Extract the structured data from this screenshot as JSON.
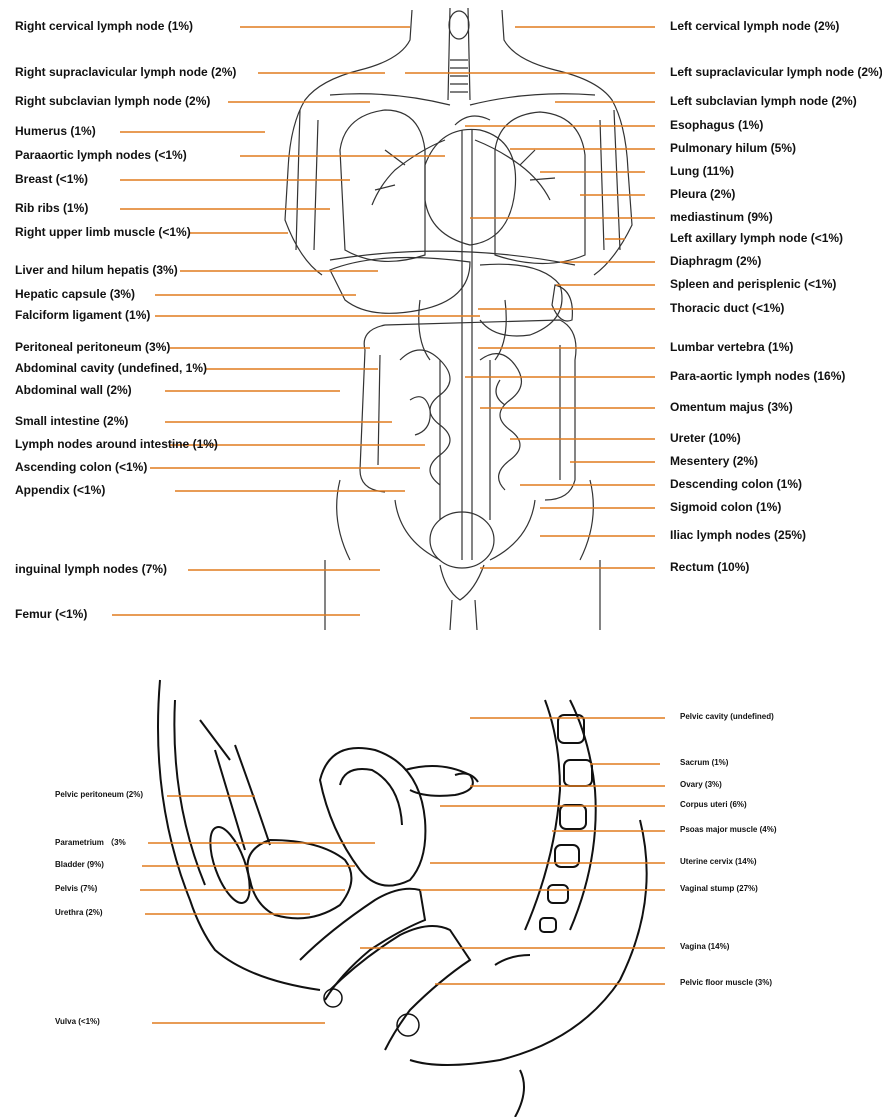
{
  "top_left_labels": [
    "Right cervical lymph node  (1%)",
    "Right supraclavicular lymph node (2%)",
    "Right subclavian lymph node (2%)",
    "Humerus (1%)",
    "Paraaortic lymph nodes (<1%)",
    "Breast (<1%)",
    "Rib ribs (1%)",
    "Right upper limb muscle (<1%)",
    "Liver and hilum hepatis (3%)",
    "Hepatic capsule (3%)",
    "Falciform ligament (1%)",
    "Peritoneal peritoneum (3%)",
    "Abdominal cavity (undefined, 1%)",
    "Abdominal wall (2%)",
    "Small intestine (2%)",
    "Lymph nodes around intestine (1%)",
    "Ascending colon (<1%)",
    "Appendix (<1%)",
    "inguinal lymph nodes (7%)",
    "Femur (<1%)"
  ],
  "top_right_labels": [
    "Left cervical lymph node (2%)",
    "Left supraclavicular lymph node (2%)",
    "Left subclavian lymph node (2%)",
    "Esophagus (1%)",
    "Pulmonary hilum (5%)",
    "Lung (11%)",
    "Pleura (2%)",
    "mediastinum (9%)",
    "Left axillary lymph node (<1%)",
    "Diaphragm (2%)",
    "Spleen and perisplenic (<1%)",
    "Thoracic duct (<1%)",
    "Lumbar vertebra (1%)",
    "Para-aortic lymph nodes (16%)",
    "Omentum majus (3%)",
    "Ureter (10%)",
    "Mesentery (2%)",
    "Descending colon (1%)",
    "Sigmoid colon (1%)",
    "Iliac lymph nodes (25%)",
    "Rectum (10%)"
  ],
  "bottom_left_labels": [
    "Pelvic peritoneum (2%)",
    "Parametrium （3%",
    "Bladder (9%)",
    "Pelvis  (7%)",
    "Urethra  (2%)",
    "Vulva  (<1%)"
  ],
  "bottom_right_labels": [
    "Pelvic cavity (undefined)",
    "Sacrum  (1%)",
    "Ovary  (3%)",
    "Corpus uteri  (6%)",
    "Psoas major muscle  (4%)",
    "Uterine cervix  (14%)",
    "Vaginal stump  (27%)",
    "Vagina  (14%)",
    "Pelvic floor muscle  (3%)"
  ],
  "colors": {
    "leader": "#e07b1f",
    "drawing": "#333333",
    "text": "#111111"
  }
}
